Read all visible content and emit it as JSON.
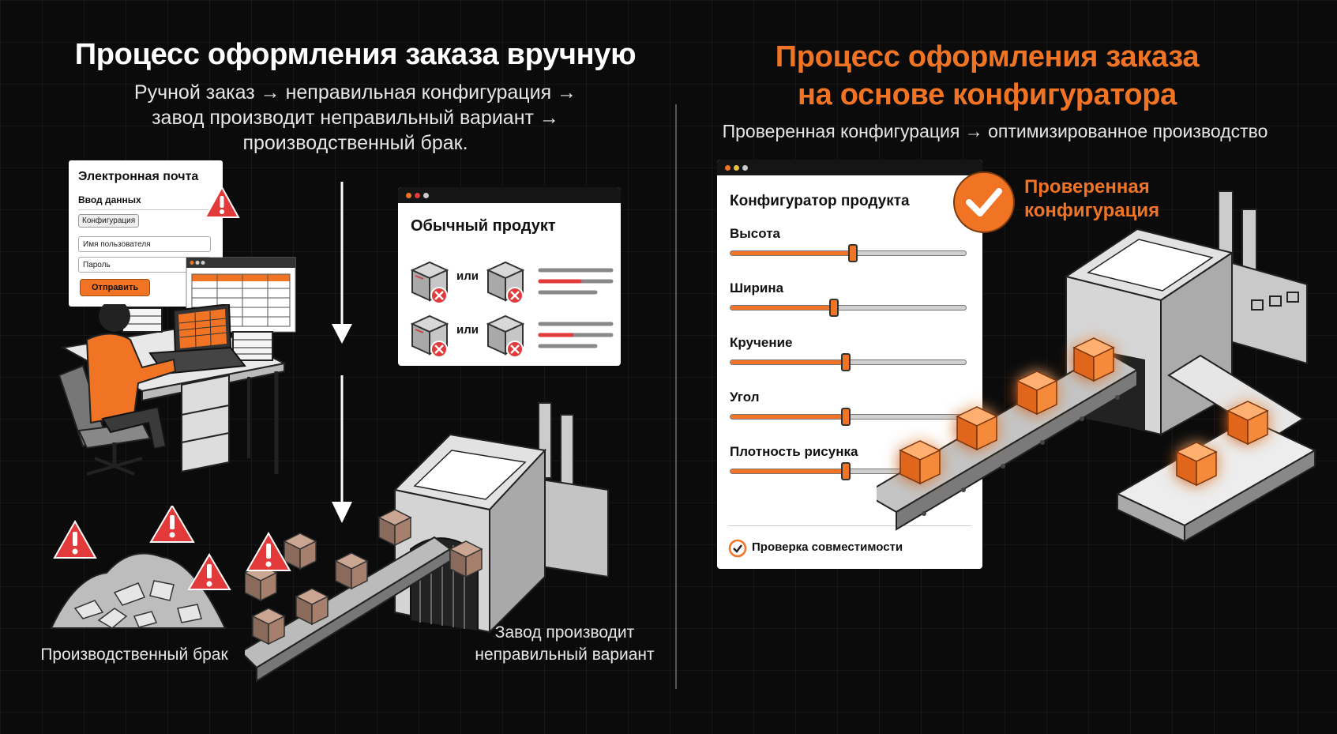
{
  "left": {
    "title": "Процесс оформления заказа вручную",
    "subtitle_lines": [
      "Ручной заказ → неправильная конфигурация →",
      "завод производит неправильный вариант →",
      "производственный брак."
    ],
    "email_card": {
      "title": "Электронная почта",
      "section": "Ввод данных",
      "tag": "Конфигурация",
      "username_field": "Имя пользователя",
      "password_field": "Пароль",
      "submit": "Отправить"
    },
    "product_card": {
      "title": "Обычный продукт",
      "or_label": "или"
    },
    "waste_caption": "Производственный брак",
    "factory_caption_lines": [
      "Завод производит",
      "неправильный вариант"
    ]
  },
  "right": {
    "title_lines": [
      "Процесс оформления заказа",
      "на основе конфигуратора"
    ],
    "subtitle": "Проверенная конфигурация → оптимизированное производство",
    "verified_lines": [
      "Проверенная",
      "конфигурация"
    ],
    "configurator": {
      "title": "Конфигуратор продукта",
      "sliders": [
        {
          "label": "Высота",
          "value": 0.52
        },
        {
          "label": "Ширина",
          "value": 0.44
        },
        {
          "label": "Кручение",
          "value": 0.49
        },
        {
          "label": "Угол",
          "value": 0.49
        },
        {
          "label": "Плотность рисунка",
          "value": 0.49
        }
      ],
      "compat": "Проверка совместимости"
    }
  },
  "colors": {
    "accent": "#f07424",
    "warning": "#e23a3a",
    "background": "#0b0b0b"
  }
}
